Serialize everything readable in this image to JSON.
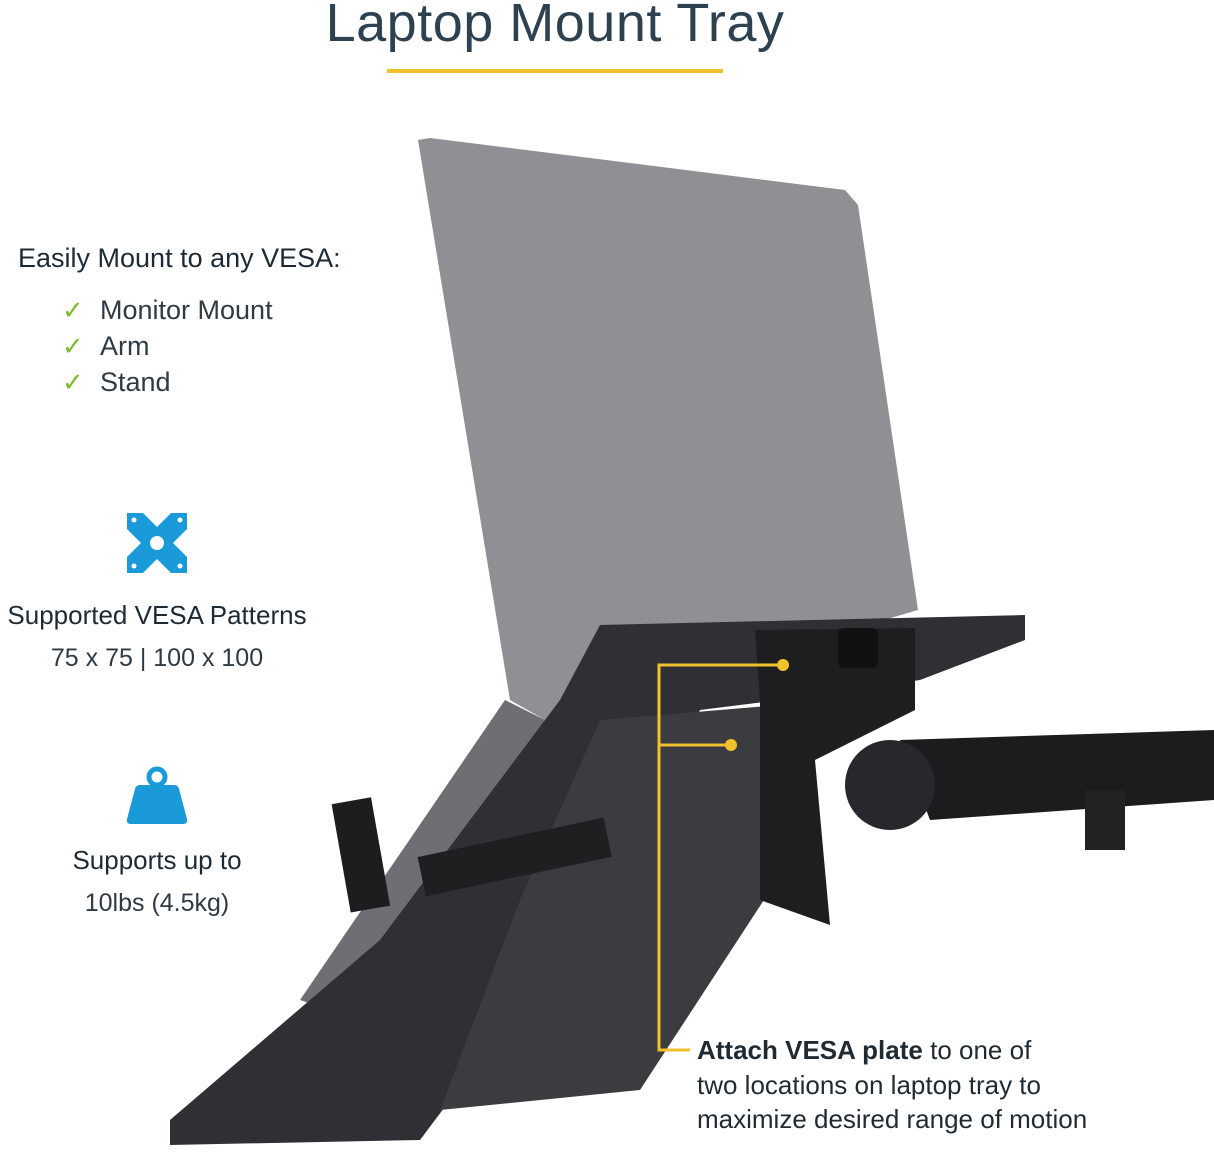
{
  "title": "Laptop Mount Tray",
  "colors": {
    "accent_yellow": "#f2c12e",
    "icon_blue": "#1a9ad9",
    "check_green": "#7dbb2e",
    "title": "#2d4150"
  },
  "mount_section": {
    "heading": "Easily Mount to any VESA:",
    "items": [
      "Monitor Mount",
      "Arm",
      "Stand"
    ],
    "item_icon": "check-icon"
  },
  "vesa_section": {
    "icon": "vesa-plate-icon",
    "heading": "Supported VESA Patterns",
    "value": "75 x 75 | 100 x 100"
  },
  "weight_section": {
    "icon": "weight-icon",
    "heading": "Supports up to",
    "value": "10lbs (4.5kg)"
  },
  "callout": {
    "bold": "Attach VESA plate",
    "line1_rest": " to one of",
    "line2": "two locations on laptop tray to",
    "line3": "maximize desired range of motion"
  }
}
